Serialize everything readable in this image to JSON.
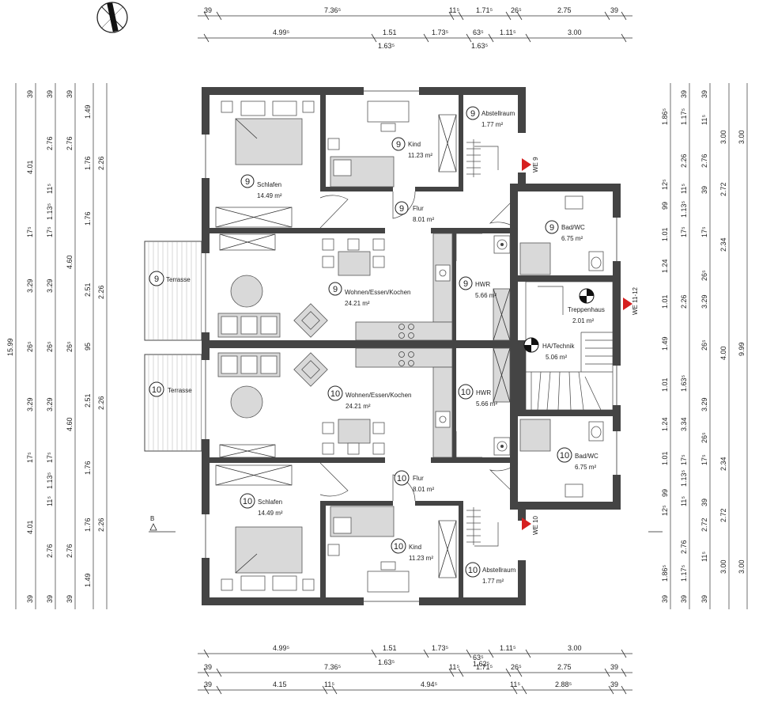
{
  "top_dims": {
    "row1": [
      "39",
      "7.36⁵",
      "11⁵",
      "1.71⁵",
      "26⁵",
      "2.75",
      "39"
    ],
    "row2": [
      "4.99⁵",
      "1.51",
      "1.73⁵",
      "63⁵",
      "1.11⁵",
      "3.00"
    ],
    "row2_sub": [
      "1.63⁵",
      "1.63⁵"
    ]
  },
  "bottom_dims": {
    "row1": [
      "4.99⁵",
      "1.51",
      "1.73⁵",
      "1.11⁵",
      "3.00"
    ],
    "row1_sub": [
      "1.63⁵",
      "63⁵"
    ],
    "row2": [
      "39",
      "7.36⁵",
      "11⁵",
      "1.71⁵",
      "26⁵",
      "2.75",
      "39"
    ],
    "row2_sub": [
      "1.62⁵"
    ],
    "row3": [
      "39",
      "4.15",
      "11⁵",
      "4.94⁵",
      "11⁵",
      "2.88⁵",
      "39"
    ]
  },
  "left_dims": {
    "col1": [
      "15.99"
    ],
    "col2": [
      "39",
      "4.01",
      "17⁵",
      "3.29",
      "26⁵",
      "3.29",
      "17⁵",
      "4.01",
      "39"
    ],
    "col3": [
      "39",
      "2.76",
      "11⁵",
      "1.13⁵",
      "17⁵",
      "3.29",
      "26⁵",
      "3.29",
      "17⁵",
      "1.13⁵",
      "11⁵",
      "2.76",
      "39"
    ],
    "col4": [
      "39",
      "2.76",
      "4.60",
      "26⁵",
      "4.60",
      "2.76",
      "39"
    ],
    "col5": [
      "1.49",
      "1.76",
      "1.76",
      "2.51",
      "95",
      "2.51",
      "1.76",
      "1.76",
      "1.49"
    ],
    "col6": [
      "2.26",
      "2.26",
      "2.26",
      "2.26"
    ]
  },
  "right_dims": {
    "col1": [
      "1.86⁵",
      "12⁵",
      "99",
      "1.01",
      "1.24",
      "1.01",
      "1.49",
      "1.01",
      "1.24",
      "1.01",
      "99",
      "12⁵",
      "1.86⁵",
      "39"
    ],
    "col2": [
      "39",
      "1.17⁵",
      "2.26",
      "11⁵",
      "1.13⁵",
      "17⁵",
      "2.26",
      "1.63⁵",
      "3.34",
      "17⁵",
      "1.13⁵",
      "11⁵",
      "2.76",
      "1.17⁵",
      "39"
    ],
    "col3": [
      "39",
      "11⁵",
      "2.76",
      "39",
      "17⁵",
      "26⁵",
      "3.29",
      "26⁵",
      "3.29",
      "26⁵",
      "17⁵",
      "39",
      "2.72",
      "11⁵",
      "39"
    ],
    "col4": [
      "3.00",
      "2.72",
      "2.34",
      "4.00",
      "2.34",
      "2.72",
      "3.00"
    ],
    "col5": [
      "9.99"
    ]
  },
  "rooms": [
    {
      "num": "9",
      "name": "Schlafen",
      "area": "14.49 m²"
    },
    {
      "num": "9",
      "name": "Kind",
      "area": "11.23 m²"
    },
    {
      "num": "9",
      "name": "Abstellraum",
      "area": "1.77 m²"
    },
    {
      "num": "9",
      "name": "Flur",
      "area": "8.01 m²"
    },
    {
      "num": "9",
      "name": "Bad/WC",
      "area": "6.75 m²"
    },
    {
      "num": "9",
      "name": "Wohnen/Essen/Kochen",
      "area": "24.21 m²"
    },
    {
      "num": "9",
      "name": "HWR",
      "area": "5.66 m²"
    },
    {
      "num": "9",
      "name": "Terrasse",
      "area": ""
    },
    {
      "num": "",
      "name": "Treppenhaus",
      "area": "2.01 m²"
    },
    {
      "num": "",
      "name": "HA/Technik",
      "area": "5.06 m²"
    },
    {
      "num": "10",
      "name": "Terrasse",
      "area": ""
    },
    {
      "num": "10",
      "name": "Wohnen/Essen/Kochen",
      "area": "24.21 m²"
    },
    {
      "num": "10",
      "name": "HWR",
      "area": "5.66 m²"
    },
    {
      "num": "10",
      "name": "Bad/WC",
      "area": "6.75 m²"
    },
    {
      "num": "10",
      "name": "Flur",
      "area": "8.01 m²"
    },
    {
      "num": "10",
      "name": "Schlafen",
      "area": "14.49 m²"
    },
    {
      "num": "10",
      "name": "Kind",
      "area": "11.23 m²"
    },
    {
      "num": "10",
      "name": "Abstellraum",
      "area": "1.77 m²"
    }
  ],
  "markers": {
    "we9": "WE 9",
    "we10": "WE 10",
    "we1112": "WE 11-12",
    "section": "B"
  },
  "icons": {
    "compass": "north-arrow-icon",
    "entry": "entrance-triangle-icon",
    "level": "level-marker-icon"
  },
  "colors": {
    "wall": "#444444",
    "furniture": "#d9d9d9",
    "entry_marker": "#d62020"
  }
}
